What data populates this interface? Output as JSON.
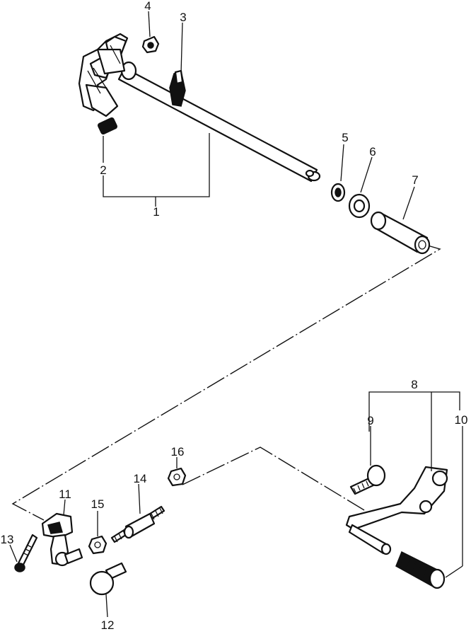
{
  "labels": {
    "p1": "1",
    "p2": "2",
    "p3": "3",
    "p4": "4",
    "p5": "5",
    "p6": "6",
    "p7": "7",
    "p8": "8",
    "p9": "9",
    "p10": "10",
    "p11": "11",
    "p12": "12",
    "p13": "13",
    "p14": "14",
    "p15": "15",
    "p16": "16"
  },
  "colors": {
    "ink": "#111111",
    "paper": "#ffffff"
  }
}
